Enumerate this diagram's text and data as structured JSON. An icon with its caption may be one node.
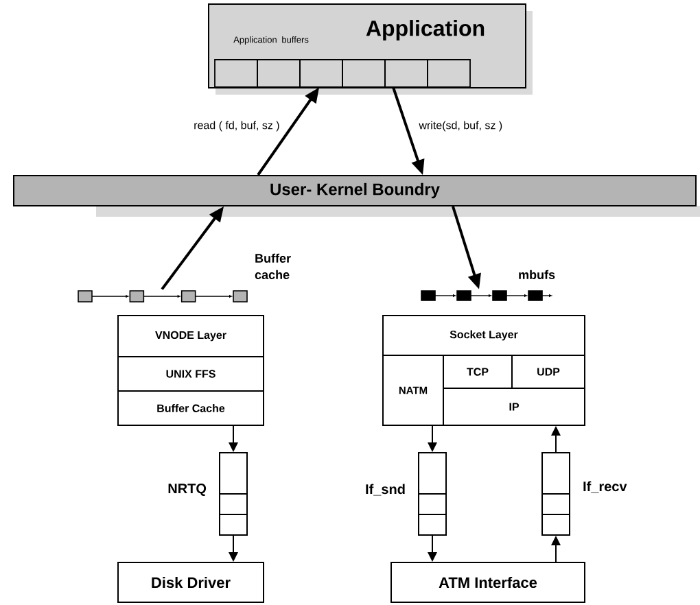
{
  "diagram": {
    "nodes": [
      {
        "text": [
          "Application"
        ]
      },
      {
        "text": [
          "Application buffers"
        ],
        "in": 0
      },
      {
        "text": [
          "User- Kernel Boundry"
        ]
      },
      {
        "text": [
          "Buffer cache"
        ]
      },
      {
        "text": [
          "mbufs"
        ]
      },
      {
        "text": [
          "VNODE Layer"
        ]
      },
      {
        "text": [
          "UNIX FFS"
        ]
      },
      {
        "text": [
          "Buffer Cache"
        ]
      },
      {
        "text": [
          "Socket Layer"
        ]
      },
      {
        "text": [
          "NATM"
        ]
      },
      {
        "text": [
          "TCP"
        ]
      },
      {
        "text": [
          "UDP"
        ]
      },
      {
        "text": [
          "IP"
        ]
      },
      {
        "text": [
          "NRTQ"
        ]
      },
      {
        "text": [
          "If_snd"
        ]
      },
      {
        "text": [
          "If_recv"
        ]
      },
      {
        "text": [
          "Disk Driver"
        ]
      },
      {
        "text": [
          "ATM Interface"
        ]
      }
    ],
    "edges": [
      {
        "from": 3,
        "to": 2,
        "arrow": "to"
      },
      {
        "from": 2,
        "to": 1,
        "arrow": "to",
        "label": "read ( fd, buf, sz )"
      },
      {
        "from": 1,
        "to": 2,
        "arrow": "to",
        "label": "write(sd, buf, sz )"
      },
      {
        "from": 2,
        "to": 4,
        "arrow": "to"
      },
      {
        "from": 7,
        "to": 13,
        "arrow": "to"
      },
      {
        "from": 13,
        "to": 16,
        "arrow": "to"
      },
      {
        "from": 9,
        "to": 14,
        "arrow": "to"
      },
      {
        "from": 14,
        "to": 17,
        "arrow": "to"
      },
      {
        "from": 17,
        "to": 15,
        "arrow": "to"
      },
      {
        "from": 15,
        "to": 12,
        "arrow": "to"
      }
    ]
  }
}
